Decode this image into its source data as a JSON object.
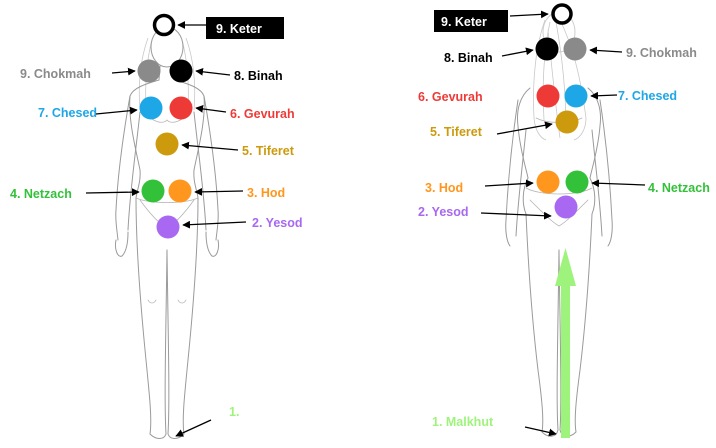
{
  "colors": {
    "keter": "#ffffff",
    "chokmah": "#8a8a8a",
    "binah": "#000000",
    "chesed": "#1ea7e6",
    "gevurah": "#ee3a37",
    "tiferet": "#cc9a0c",
    "netzach": "#33c13a",
    "hod": "#ff961e",
    "yesod": "#a868f2",
    "malkhut": "#9ef37c"
  },
  "front": {
    "keter": "9. Keter",
    "chokmah": "9. Chokmah",
    "binah": "8. Binah",
    "chesed": "7. Chesed",
    "gevurah": "6. Gevurah",
    "tiferet": "5. Tiferet",
    "netzach": "4. Netzach",
    "hod": "3. Hod",
    "yesod": "2. Yesod",
    "malkhut": "1."
  },
  "back": {
    "keter": "9. Keter",
    "binah": "8. Binah",
    "chokmah": "9. Chokmah",
    "gevurah": "6. Gevurah",
    "chesed": "7. Chesed",
    "tiferet": "5. Tiferet",
    "hod": "3. Hod",
    "netzach": "4. Netzach",
    "yesod": "2. Yesod",
    "malkhut": "1. Malkhut"
  }
}
